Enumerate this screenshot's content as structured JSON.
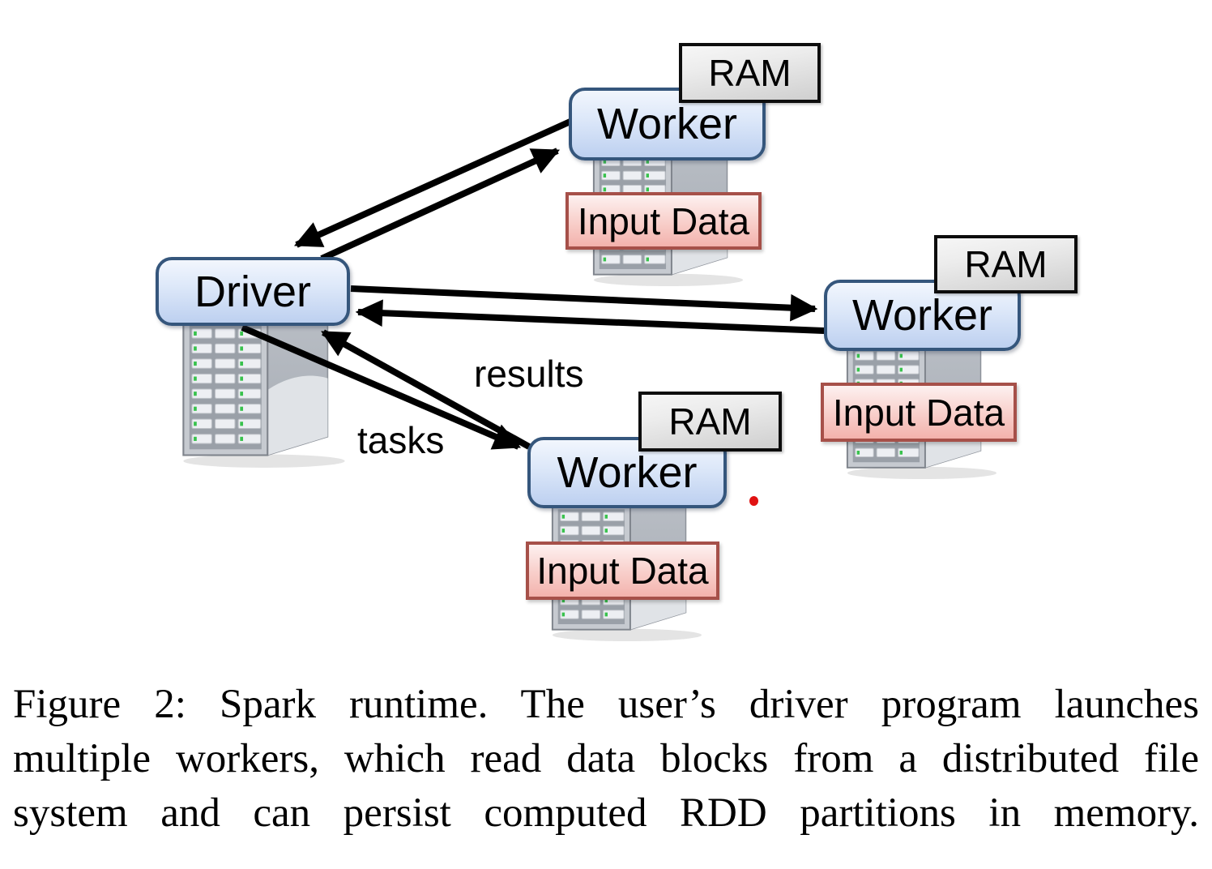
{
  "diagram": {
    "driver": {
      "label": "Driver"
    },
    "workers": [
      {
        "position": "top",
        "label": "Worker",
        "ram": "RAM",
        "input": "Input Data"
      },
      {
        "position": "right",
        "label": "Worker",
        "ram": "RAM",
        "input": "Input Data"
      },
      {
        "position": "bottom",
        "label": "Worker",
        "ram": "RAM",
        "input": "Input Data"
      }
    ],
    "edge_labels": {
      "results": "results",
      "tasks": "tasks"
    },
    "colors": {
      "node_border": "#35567c",
      "node_fill_top": "#f2f6fd",
      "node_fill_bottom": "#bdd0f0",
      "ram_border": "#0d0d0d",
      "ram_fill": "#e0e0e0",
      "input_border": "#a65049",
      "input_fill": "#f3b2ac",
      "arrow": "#000000",
      "stray_dot": "#e01212",
      "server_gray": "#c6cad0",
      "led_green": "#39c24d"
    }
  },
  "figure": {
    "caption": {
      "line1": "Figure 2: Spark runtime. The user’s driver program launches",
      "line2": "multiple workers, which read data blocks from a distributed file",
      "line3": "system and can persist computed RDD partitions in memory."
    }
  }
}
